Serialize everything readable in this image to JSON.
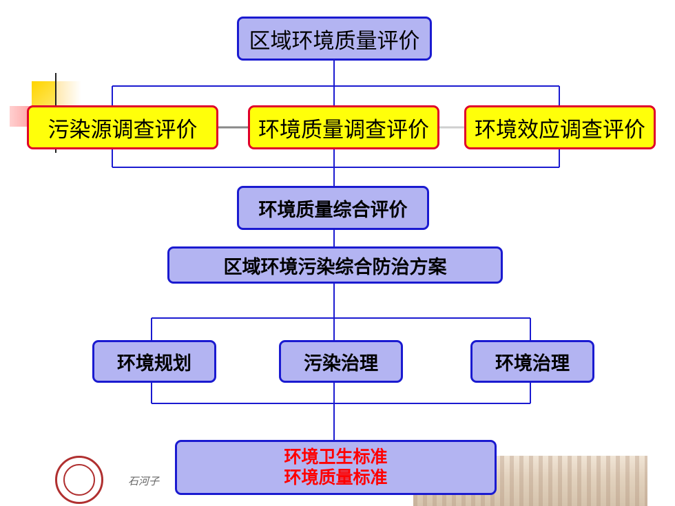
{
  "diagram": {
    "root": "区域环境质量评价",
    "surveys": [
      "污染源调查评价",
      "环境质量调查评价",
      "环境效应调查评价"
    ],
    "comprehensive": "环境质量综合评价",
    "plan": "区域环境污染综合防治方案",
    "actions": [
      "环境规划",
      "污染治理",
      "环境治理"
    ],
    "standards": [
      "环境卫生标准",
      "环境质量标准"
    ]
  },
  "footer": {
    "university_text": "石河子"
  },
  "colors": {
    "box_fill": "#b3b4f2",
    "box_border": "#1a1ad0",
    "highlight_fill": "#ffff0a",
    "highlight_border": "#e0002a",
    "connector": "#1a1ad0",
    "standards_text": "#ff0000"
  }
}
